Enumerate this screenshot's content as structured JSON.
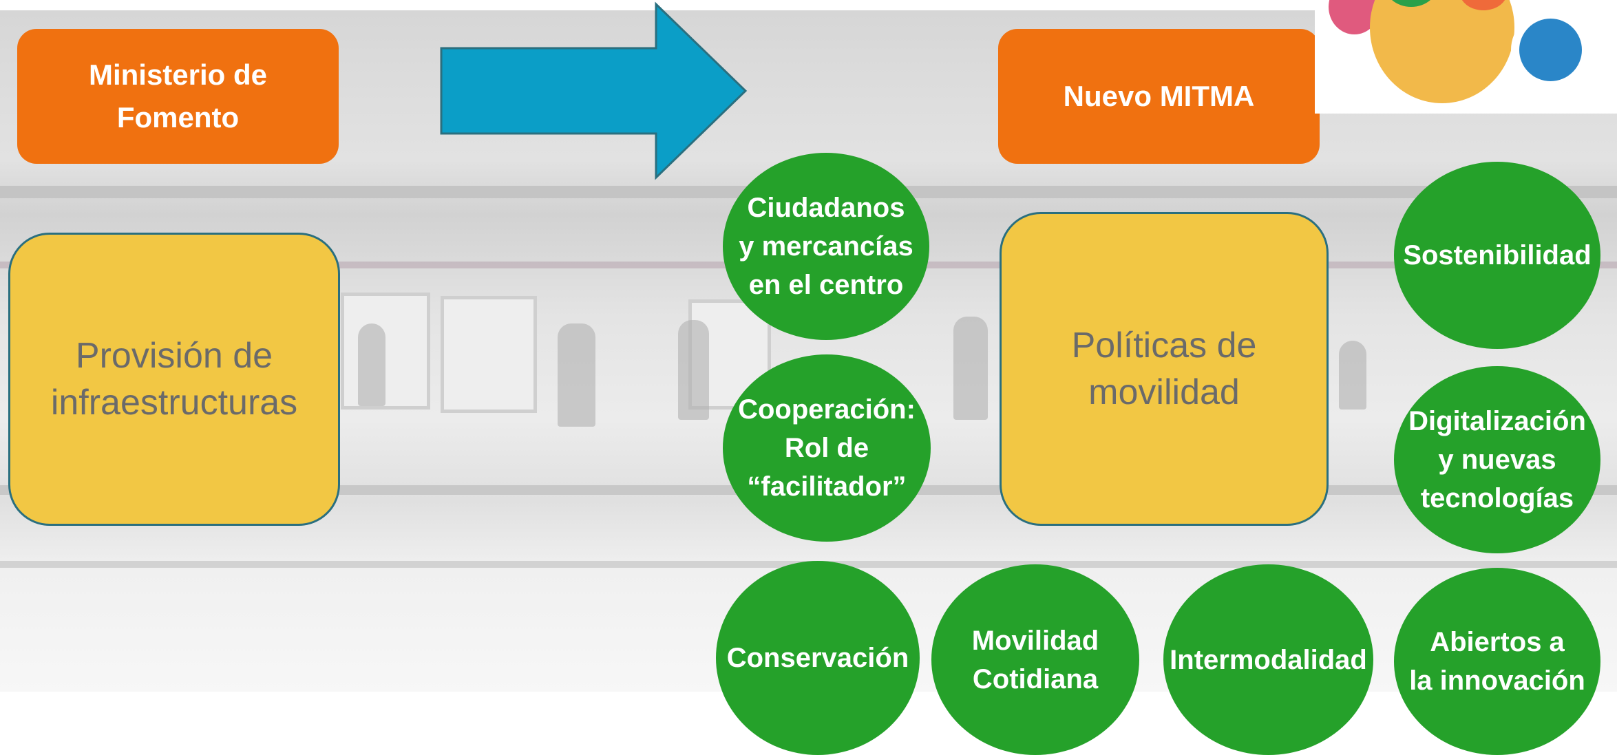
{
  "nodes": {
    "ministerio": "Ministerio de\nFomento",
    "nuevo_mitma": "Nuevo MITMA",
    "provision": "Provisión de\ninfraestructuras",
    "politicas": "Políticas de\nmovilidad"
  },
  "circles": [
    {
      "id": "ciudadanos",
      "label": "Ciudadanos\ny mercancías\nen el centro"
    },
    {
      "id": "cooperacion",
      "label": "Cooperación:\nRol de\n“facilitador”"
    },
    {
      "id": "conservacion",
      "label": "Conservación"
    },
    {
      "id": "movilidad-cotidiana",
      "label": "Movilidad\nCotidiana"
    },
    {
      "id": "intermodalidad",
      "label": "Intermodalidad"
    },
    {
      "id": "sostenibilidad",
      "label": "Sostenibilidad"
    },
    {
      "id": "digitalizacion",
      "label": "Digitalización\ny nuevas\ntecnologías"
    },
    {
      "id": "innovacion",
      "label": "Abiertos a\nla innovación"
    }
  ],
  "colors": {
    "orange": "#f07110",
    "yellow": "#f2c744",
    "green": "#25a12a",
    "arrow": "#0b9ec7"
  },
  "icons": {
    "arrow": "right-arrow-icon",
    "logo": "colored-circles-logo"
  }
}
